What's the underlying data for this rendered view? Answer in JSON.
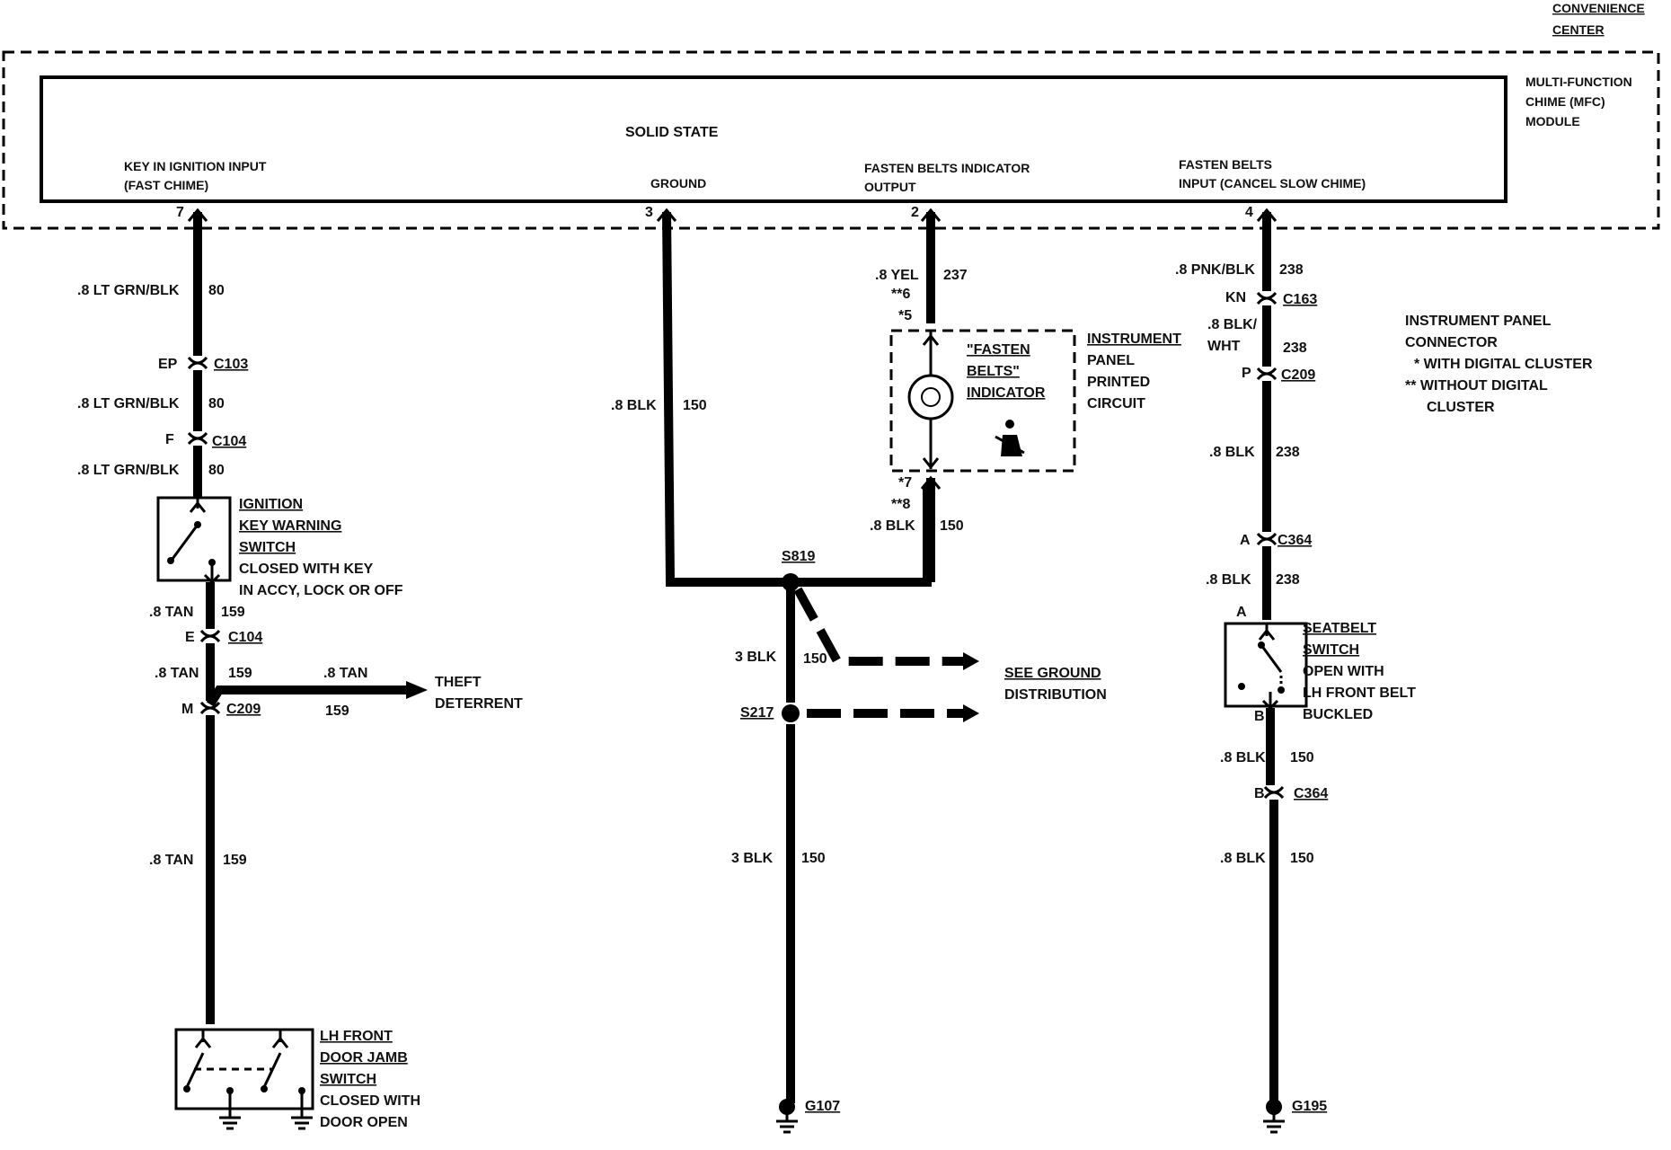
{
  "header": {
    "convenience_center_1": "CONVENIENCE",
    "convenience_center_2": "CENTER"
  },
  "module": {
    "name_1": "MULTI-FUNCTION",
    "name_2": "CHIME (MFC)",
    "name_3": "MODULE",
    "title": "SOLID STATE",
    "pins": [
      {
        "label_1": "KEY IN IGNITION INPUT",
        "label_2": "(FAST CHIME)",
        "pin": "7"
      },
      {
        "label_1": "GROUND",
        "label_2": "",
        "pin": "3"
      },
      {
        "label_1": "FASTEN BELTS INDICATOR",
        "label_2": "OUTPUT",
        "pin": "2"
      },
      {
        "label_1": "FASTEN BELTS",
        "label_2": "INPUT (CANCEL SLOW CHIME)",
        "pin": "4"
      }
    ]
  },
  "left_circuit": {
    "wire1_color": ".8 LT GRN/BLK",
    "wire1_circuit": "80",
    "c103_pin": "EP",
    "c103": "C103",
    "wire2_color": ".8 LT GRN/BLK",
    "wire2_circuit": "80",
    "c104a_pin": "F",
    "c104a": "C104",
    "wire3_color": ".8 LT GRN/BLK",
    "wire3_circuit": "80",
    "ign_switch_1": "IGNITION",
    "ign_switch_2": "KEY WARNING",
    "ign_switch_3": "SWITCH",
    "ign_switch_4": "CLOSED WITH KEY",
    "ign_switch_5": "IN ACCY, LOCK OR OFF",
    "wire4_color": ".8 TAN",
    "wire4_circuit": "159",
    "c104b_pin": "E",
    "c104b": "C104",
    "wire5_color": ".8 TAN",
    "wire5_circuit": "159",
    "theft_wire_color": ".8 TAN",
    "theft_wire_circuit": "159",
    "theft_1": "THEFT",
    "theft_2": "DETERRENT",
    "c209_pin": "M",
    "c209": "C209",
    "wire6_color": ".8 TAN",
    "wire6_circuit": "159",
    "door_switch_1": "LH FRONT",
    "door_switch_2": "DOOR JAMB",
    "door_switch_3": "SWITCH",
    "door_switch_4": "CLOSED WITH",
    "door_switch_5": "DOOR OPEN"
  },
  "ground_circuit": {
    "wire1_color": ".8 BLK",
    "wire1_circuit": "150",
    "splice_s819": "S819",
    "wire2_color": "3 BLK",
    "wire2_circuit": "150",
    "see_ground_1": "SEE GROUND",
    "see_ground_2": "DISTRIBUTION",
    "splice_s217": "S217",
    "wire3_color": "3 BLK",
    "wire3_circuit": "150",
    "ground": "G107"
  },
  "indicator_circuit": {
    "wire1_color": ".8 YEL",
    "wire1_circuit": "237",
    "pin_a": "**6",
    "pin_b": "*5",
    "indicator_1": "\"FASTEN",
    "indicator_2": "BELTS\"",
    "indicator_3": "INDICATOR",
    "ip_1": "INSTRUMENT",
    "ip_2": "PANEL",
    "ip_3": "PRINTED",
    "ip_4": "CIRCUIT",
    "pin_c": "*7",
    "pin_d": "**8",
    "wire2_color": ".8 BLK",
    "wire2_circuit": "150"
  },
  "right_circuit": {
    "wire1_color": ".8 PNK/BLK",
    "wire1_circuit": "238",
    "c163_pin": "KN",
    "c163": "C163",
    "wire2_color_1": ".8 BLK/",
    "wire2_color_2": "WHT",
    "wire2_circuit": "238",
    "c209_pin": "P",
    "c209": "C209",
    "wire3_color": ".8 BLK",
    "wire3_circuit": "238",
    "c364a_pin": "A",
    "c364a": "C364",
    "wire4_color": ".8 BLK",
    "wire4_circuit": "238",
    "switch_pin_a": "A",
    "seatbelt_1": "SEATBELT",
    "seatbelt_2": "SWITCH",
    "seatbelt_3": "OPEN WITH",
    "seatbelt_4": "LH FRONT BELT",
    "seatbelt_5": "BUCKLED",
    "switch_pin_b": "B",
    "wire5_color": ".8 BLK",
    "wire5_circuit": "150",
    "c364b_pin": "B",
    "c364b": "C364",
    "wire6_color": ".8 BLK",
    "wire6_circuit": "150",
    "ground": "G195"
  },
  "legend": {
    "title_1": "INSTRUMENT PANEL",
    "title_2": "CONNECTOR",
    "with_digital": "* WITH DIGITAL CLUSTER",
    "without_digital_1": "** WITHOUT DIGITAL",
    "without_digital_2": "CLUSTER"
  }
}
